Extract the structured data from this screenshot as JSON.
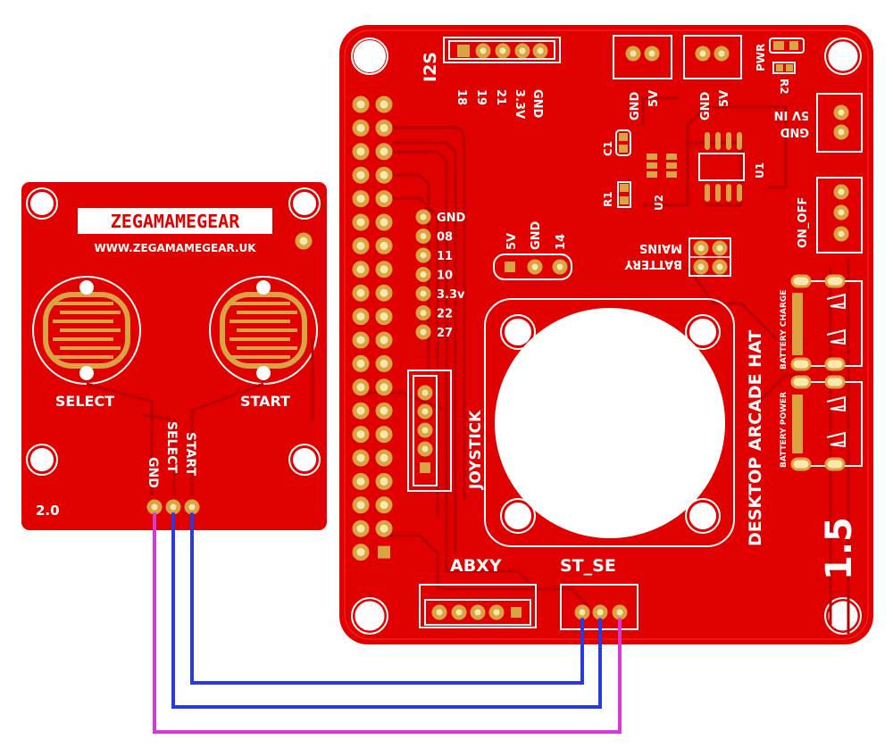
{
  "colors": {
    "board": "#e10000",
    "trace": "#b80000",
    "pad": "#d9a441",
    "silkscreen": "#ffffff",
    "wire_start": "#2b3adf",
    "wire_select": "#2b3adf",
    "wire_gnd": "#d63ad0"
  },
  "button_board": {
    "logo": "ZEGAMAMEGEAR",
    "url": "WWW.ZEGAMAMEGEAR.UK",
    "select_label": "SELECT",
    "start_label": "START",
    "pin_labels": [
      "GND",
      "SELECT",
      "START"
    ],
    "version": "2.0"
  },
  "hat_board": {
    "i2s_label": "I2S",
    "i2s_pins": [
      "18",
      "19",
      "21",
      "3.3V",
      "GND"
    ],
    "power_conn1": [
      "GND",
      "5V"
    ],
    "power_conn2": [
      "GND",
      "5V"
    ],
    "pwr_label": "PWR",
    "r2_label": "R2",
    "c1_label": "C1",
    "r1_label": "R1",
    "u2_label": "U2",
    "u1_label": "U1",
    "input_labels": [
      "5V IN",
      "GND"
    ],
    "on_off_label": "ON_OFF",
    "gpio_labels": [
      "GND",
      "08",
      "11",
      "10",
      "3.3v",
      "22",
      "27"
    ],
    "header3_labels": [
      "5V",
      "GND",
      "14"
    ],
    "mains_label": "MAINS",
    "battery_label": "BATTERY",
    "joystick_label": "JOYSTICK",
    "title": "DESKTOP ARCADE HAT",
    "battery_charge_label": "BATTERY CHARGE",
    "battery_power_label": "BATTERY POWER",
    "version": "1.5",
    "abxy_label": "ABXY",
    "st_se_label": "ST_SE"
  }
}
